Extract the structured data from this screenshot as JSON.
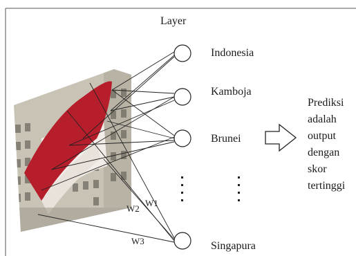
{
  "diagram": {
    "layer_label": "Layer",
    "nodes": [
      "Indonesia",
      "Kamboja",
      "Brunei",
      "Singapura"
    ],
    "ellipsis_hidden_nodes": true,
    "weights": [
      "W1",
      "W2",
      "W3"
    ],
    "input_image": {
      "description_icon": "photo-icon",
      "colors": {
        "flag_red": "#b51e2a",
        "flag_white": "#f2ede8",
        "building": "#b9b3a6",
        "window": "#6f6b60"
      }
    },
    "arrow_icon": "hollow-arrow-right-icon",
    "prediction_lines": [
      "Prediksi",
      "adalah",
      "output",
      "dengan",
      "skor",
      "tertinggi"
    ]
  }
}
